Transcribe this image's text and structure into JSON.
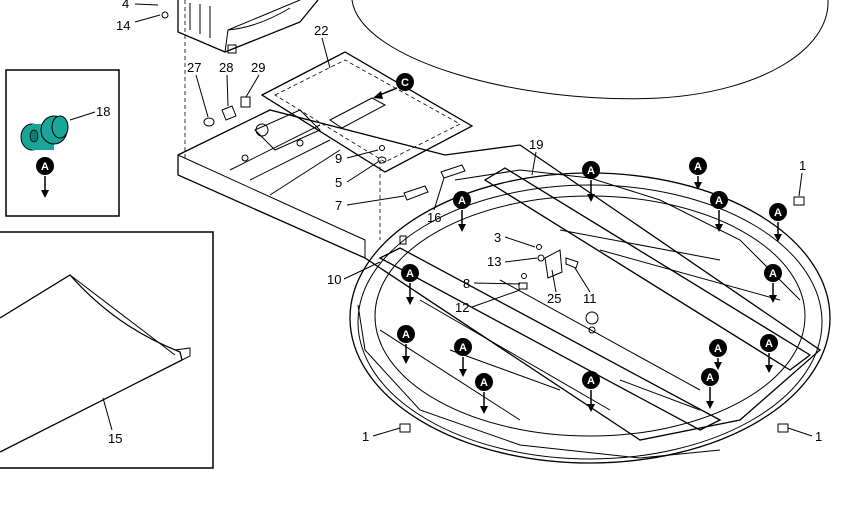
{
  "parts": [
    "4",
    "14",
    "22",
    "27",
    "28",
    "29",
    "9",
    "5",
    "7",
    "16",
    "19",
    "1",
    "3",
    "13",
    "8",
    "12",
    "10",
    "25",
    "11",
    "18",
    "15"
  ],
  "callout_letter_a": "A",
  "callout_letter_c": "C",
  "colors": {
    "highlight": "#1aa59a",
    "line": "#000000",
    "background": "#ffffff"
  }
}
